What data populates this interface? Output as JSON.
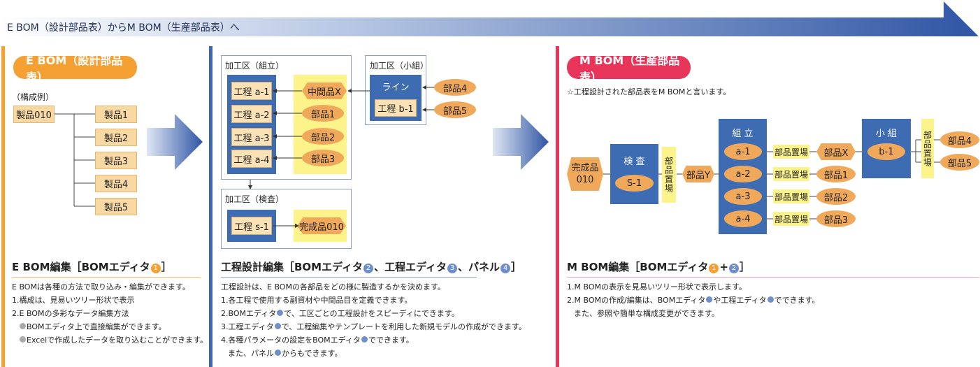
{
  "banner": {
    "text": "E BOM（設計部品表）からM BOM（生産部品表）へ"
  },
  "colors": {
    "ebom": "#f5a033",
    "process": "#3c66b0",
    "mbom": "#e8365a"
  },
  "ebom": {
    "pill": "E BOM（設計部品表）",
    "example_label": "（構成例）",
    "root": "製品010",
    "children": [
      "製品1",
      "製品2",
      "製品3",
      "製品4",
      "製品5"
    ],
    "edit_title": "E BOM編集［BOMエディタ",
    "edit_badge": "1",
    "edit_title_end": "］",
    "desc": [
      "E BOMは各種の方法で取り込み・編集ができます。",
      "1.構成は、見易いツリー形状で表示",
      "2.E BOMの多彩なデータ編集方法",
      "BOMエディタ上で直接編集ができます。",
      "Excelで作成したデータを取り込むことができます。"
    ]
  },
  "process": {
    "zone_assembly": "加工区（組立）",
    "steps": [
      "工程 a-1",
      "工程 a-2",
      "工程 a-3",
      "工程 a-4"
    ],
    "inputs": [
      "中間品X",
      "部品1",
      "部品2",
      "部品3"
    ],
    "zone_small": "加工区（小組）",
    "line_label": "ライン",
    "line_step": "工程 b-1",
    "small_parts": [
      "部品4",
      "部品5"
    ],
    "zone_inspect": "加工区（検査）",
    "inspect_step": "工程 s-1",
    "finished": "完成品010",
    "edit_title_a": "工程設計編集［BOMエディタ",
    "badge2": "2",
    "edit_title_b": "、工程エディタ",
    "badge3": "3",
    "edit_title_c": "、パネル",
    "badge4": "4",
    "edit_title_d": "］",
    "desc": [
      "工程設計は、E BOMの各部品をどの様に製造するかを決めます。",
      "1.各工程で使用する副資材や中間品目を定義できます。",
      "2.BOMエディタ",
      "で、工区ごとの工程設計をスピーディにできます。",
      "3.工程エディタ",
      "で、工程編集やテンプレートを利用した新規モデルの作成ができます。",
      "4.各種パラメータの設定をBOMエディタ",
      "でできます。",
      "また、パネル",
      "からもできます。"
    ]
  },
  "mbom": {
    "pill": "M BOM（生産部品表）",
    "note": "☆工程設計された部品表をM BOMと言います。",
    "finished": [
      "完成品",
      "010"
    ],
    "inspect_head": "検 査",
    "inspect_code": "S-1",
    "place_label": "部品置場",
    "part_y": "部品Y",
    "assembly_head": "組 立",
    "assembly_codes": [
      "a-1",
      "a-2",
      "a-3",
      "a-4"
    ],
    "place_rows": [
      "部品置場",
      "部品置場",
      "部品置場",
      "部品置場"
    ],
    "assembly_parts": [
      "部品X",
      "部品1",
      "部品2",
      "部品3"
    ],
    "small_head": "小 組",
    "small_code": "b-1",
    "small_parts": [
      "部品4",
      "部品5"
    ],
    "edit_title_a": "M BOM編集［BOMエディタ",
    "badge1": "1",
    "plus": "+",
    "badge2": "2",
    "edit_title_b": "］",
    "desc": [
      "1.M BOMの表示を見易いツリー形状で表示します。",
      "2.M BOMの作成/編集は、BOMエディタ",
      "や工程エディタ",
      "でできます。",
      "また、参照や簡単な構成変更ができます。"
    ]
  }
}
